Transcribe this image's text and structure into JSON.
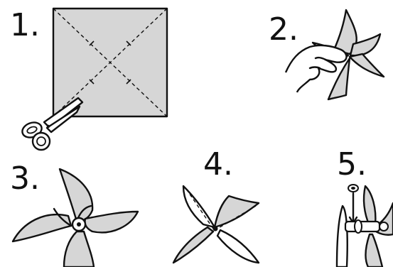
{
  "steps": [
    {
      "number": "1."
    },
    {
      "number": "2."
    },
    {
      "number": "3."
    },
    {
      "number": "4."
    },
    {
      "number": "5."
    }
  ],
  "colors": {
    "ink": "#111111",
    "paper": "#d6d6d6",
    "background": "#ffffff"
  },
  "icons": [
    "scissors-icon",
    "hand-icon",
    "pin-icon",
    "bead-icon",
    "stick-icon"
  ]
}
